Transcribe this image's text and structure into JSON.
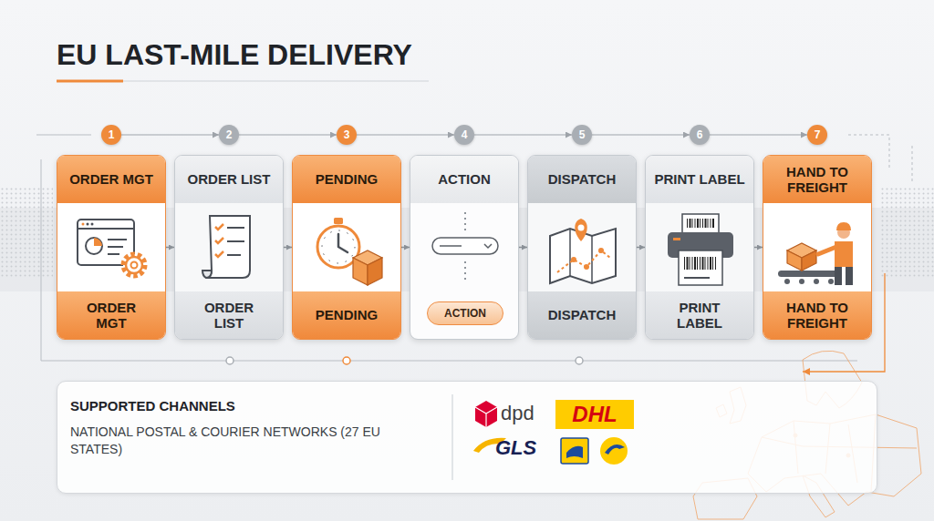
{
  "diagram": {
    "title": "EU LAST-MILE DELIVERY",
    "nodes": [
      {
        "text": [
          "1"
        ]
      },
      {
        "text": [
          "2"
        ]
      },
      {
        "text": [
          "3"
        ]
      },
      {
        "text": [
          "4"
        ]
      },
      {
        "text": [
          "5"
        ]
      },
      {
        "text": [
          "6"
        ]
      },
      {
        "text": [
          "7"
        ]
      },
      {
        "text": [
          "ORDER MGT",
          "ORDER MGT"
        ]
      },
      {
        "text": [
          "ORDER LIST",
          "ORDER LIST"
        ]
      },
      {
        "text": [
          "PENDING",
          "PENDING"
        ]
      },
      {
        "text": [
          "ACTION"
        ]
      },
      {
        "text": [
          "ACTION"
        ],
        "in": 10
      },
      {
        "text": [
          "DISPATCH",
          "DISPATCH"
        ]
      },
      {
        "text": [
          "PRINT LABEL",
          "PRINT LABEL"
        ]
      },
      {
        "text": [
          "HAND TO FREIGHT",
          "HAND TO FREIGHT"
        ]
      },
      {
        "text": [
          "SUPPORTED CHANNELS",
          "NATIONAL POSTAL & COURIER NETWORKS (27 EU STATES)"
        ]
      }
    ],
    "edges": [
      {
        "from": 0,
        "to": 1,
        "arrow": "to"
      },
      {
        "from": 1,
        "to": 2,
        "arrow": "to"
      },
      {
        "from": 2,
        "to": 3,
        "arrow": "to"
      },
      {
        "from": 3,
        "to": 4,
        "arrow": "to"
      },
      {
        "from": 4,
        "to": 5,
        "arrow": "to"
      },
      {
        "from": 5,
        "to": 6,
        "arrow": "to"
      },
      {
        "from": 7,
        "to": 8,
        "arrow": "to"
      },
      {
        "from": 8,
        "to": 9,
        "arrow": "to"
      },
      {
        "from": 9,
        "to": 10,
        "arrow": "to"
      },
      {
        "from": 10,
        "to": 12,
        "arrow": "to"
      },
      {
        "from": 12,
        "to": 13,
        "arrow": "to"
      },
      {
        "from": 13,
        "to": 14,
        "arrow": "to"
      }
    ],
    "labels": [
      "dpd",
      "DHL",
      "GLS"
    ]
  }
}
